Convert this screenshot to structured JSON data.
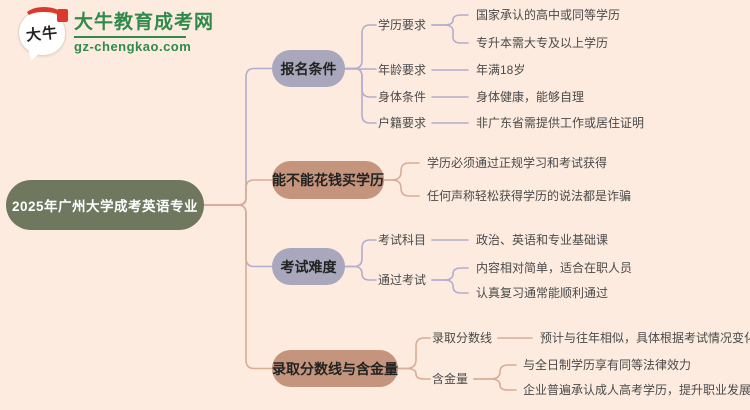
{
  "logo": {
    "bubble_text": "大牛",
    "site_name": "大牛教育成考网",
    "site_url": "gz-chengkao.com"
  },
  "root": {
    "label": "2025年广州大学成考英语专业"
  },
  "colors": {
    "page-bg": "#fdebdf",
    "root-fill": "#6f785f",
    "root-text": "#ffffff",
    "lavender-fill": "#a9a7bc",
    "tan-fill": "#c5947d",
    "pill-text": "#222222",
    "line-lavender": "#b2aecb",
    "line-tan": "#d6ad97",
    "text-dark": "#4a4a4a",
    "brand-green": "#2f8a4c",
    "brand-red": "#d93a2b"
  },
  "branches": [
    {
      "label": "报名条件",
      "color": "lavender",
      "children": [
        {
          "label": "学历要求",
          "leaves": [
            "国家承认的高中或同等学历",
            "专升本需大专及以上学历"
          ]
        },
        {
          "label": "年龄要求",
          "leaves": [
            "年满18岁"
          ]
        },
        {
          "label": "身体条件",
          "leaves": [
            "身体健康，能够自理"
          ]
        },
        {
          "label": "户籍要求",
          "leaves": [
            "非广东省需提供工作或居住证明"
          ]
        }
      ]
    },
    {
      "label": "能不能花钱买学历",
      "color": "tan",
      "children": [
        {
          "label": "",
          "leaves": [
            "学历必须通过正规学习和考试获得",
            "任何声称轻松获得学历的说法都是诈骗"
          ]
        }
      ]
    },
    {
      "label": "考试难度",
      "color": "lavender",
      "children": [
        {
          "label": "考试科目",
          "leaves": [
            "政治、英语和专业基础课"
          ]
        },
        {
          "label": "通过考试",
          "leaves": [
            "内容相对简单，适合在职人员",
            "认真复习通常能顺利通过"
          ]
        }
      ]
    },
    {
      "label": "录取分数线与含金量",
      "color": "tan",
      "children": [
        {
          "label": "录取分数线",
          "leaves": [
            "预计与往年相似，具体根据考试情况变化"
          ]
        },
        {
          "label": "含金量",
          "leaves": [
            "与全日制学历享有同等法律效力",
            "企业普遍承认成人高考学历，提升职业发展机会"
          ]
        }
      ]
    }
  ]
}
